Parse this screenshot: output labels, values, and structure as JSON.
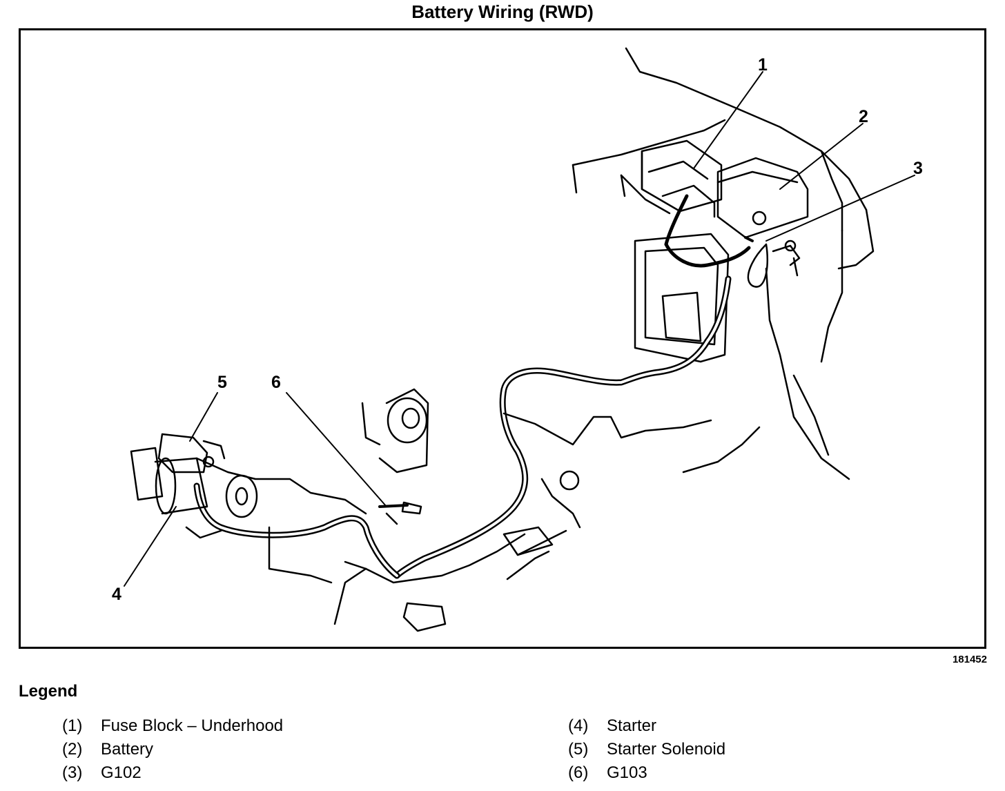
{
  "title": "Battery Wiring (RWD)",
  "figure_id": "181452",
  "callouts": [
    "1",
    "2",
    "3",
    "4",
    "5",
    "6"
  ],
  "legend": {
    "heading": "Legend",
    "items": [
      {
        "num": "(1)",
        "label": "Fuse Block – Underhood"
      },
      {
        "num": "(2)",
        "label": "Battery"
      },
      {
        "num": "(3)",
        "label": "G102"
      },
      {
        "num": "(4)",
        "label": "Starter"
      },
      {
        "num": "(5)",
        "label": "Starter Solenoid"
      },
      {
        "num": "(6)",
        "label": "G103"
      }
    ]
  }
}
